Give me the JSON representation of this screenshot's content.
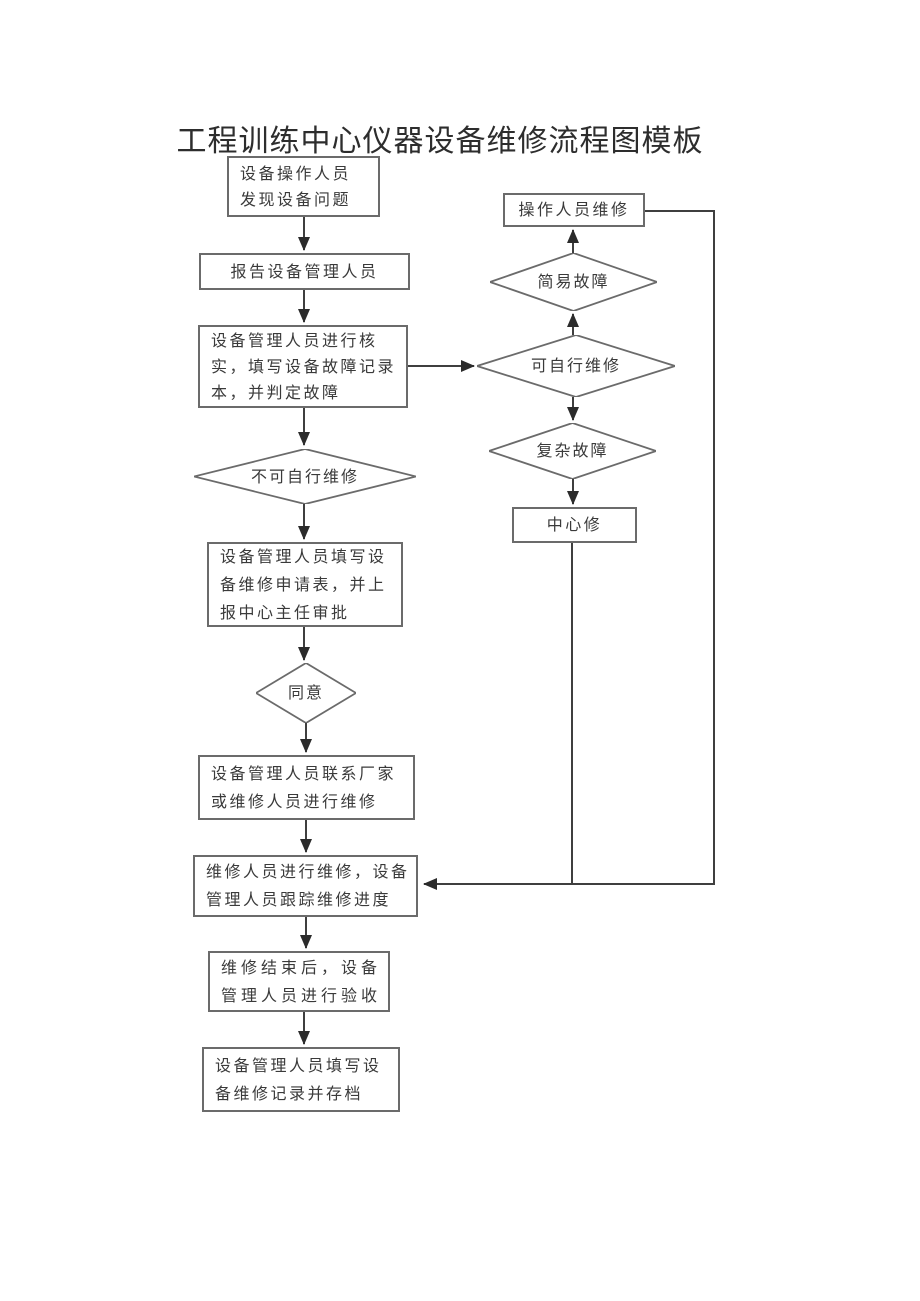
{
  "page": {
    "title": "工程训练中心仪器设备维修流程图模板",
    "background": "#ffffff"
  },
  "colors": {
    "connector_line": "#3f3f3f",
    "node_border": "#6b6b6b",
    "text": "#3a3a3a",
    "arrowhead": "#2b2b2b"
  },
  "flowchart": {
    "nodes": {
      "operator_finds_problem": "设备操作人员\n发现设备问题",
      "report_manager": "报告设备管理人员",
      "manager_verify": "设备管理人员进行核\n实，填写设备故障记录\n本，并判定故障",
      "cannot_self_repair": "不可自行维修",
      "fill_request_form": "设备管理人员填写设\n备维修申请表，并上\n报中心主任审批",
      "agree": "同意",
      "contact_vendor": "设备管理人员联系厂家\n或维修人员进行维修",
      "repair_and_track": "维修人员进行维修，设备\n管理人员跟踪维修进度",
      "acceptance": "维修结束后，设备\n管理人员进行验收",
      "archive_record": "设备管理人员填写设\n备维修记录并存档",
      "operator_repair": "操作人员维修",
      "simple_fault": "简易故障",
      "can_self_repair": "可自行维修",
      "complex_fault": "复杂故障",
      "center_repair": "中心修"
    }
  }
}
